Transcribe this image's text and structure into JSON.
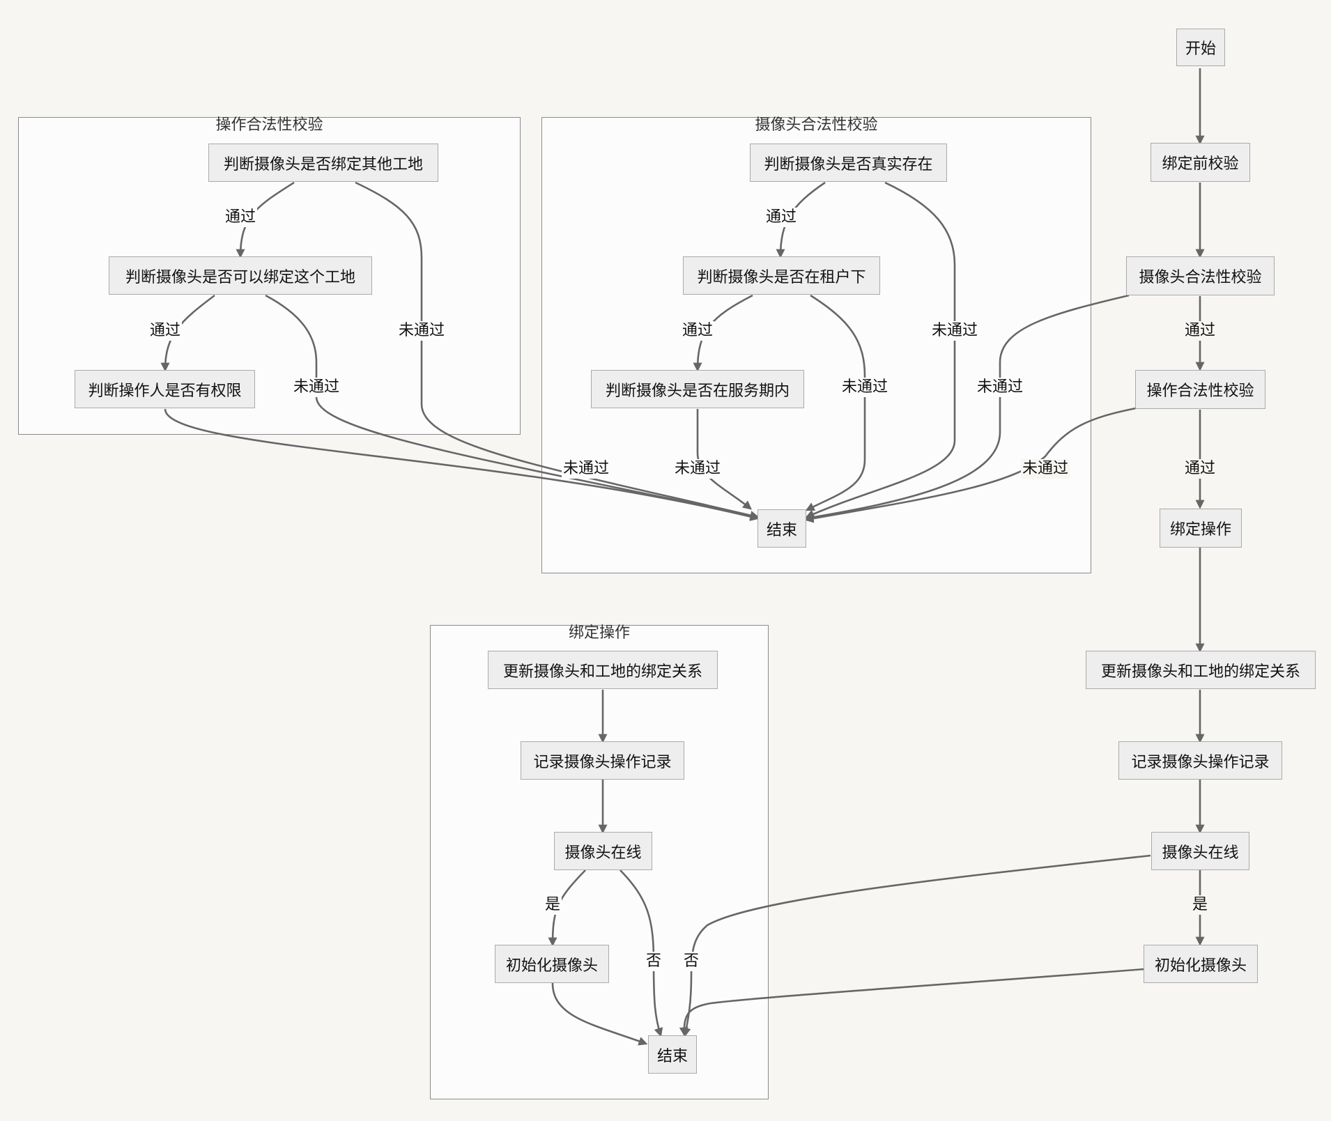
{
  "colors": {
    "background": "#f7f6f3",
    "node_fill": "#eeeeee",
    "node_border": "#aaaaaa",
    "edge": "#666666",
    "cluster_fill": "#fcfcfc"
  },
  "clusters": {
    "op_check": "操作合法性校验",
    "cam_check": "摄像头合法性校验",
    "bind_op": "绑定操作"
  },
  "nodes": {
    "start": "开始",
    "pre_check": "绑定前校验",
    "main_cam_check": "摄像头合法性校验",
    "main_op_check": "操作合法性校验",
    "main_bind": "绑定操作",
    "main_update": "更新摄像头和工地的绑定关系",
    "main_record": "记录摄像头操作记录",
    "main_online": "摄像头在线",
    "main_init": "初始化摄像头",
    "op_other_site": "判断摄像头是否绑定其他工地",
    "op_can_bind": "判断摄像头是否可以绑定这个工地",
    "op_permission": "判断操作人是否有权限",
    "cam_exists": "判断摄像头是否真实存在",
    "cam_tenant": "判断摄像头是否在租户下",
    "cam_service": "判断摄像头是否在服务期内",
    "end1": "结束",
    "bind_update": "更新摄像头和工地的绑定关系",
    "bind_record": "记录摄像头操作记录",
    "bind_online": "摄像头在线",
    "bind_init": "初始化摄像头",
    "end2": "结束"
  },
  "edge_labels": {
    "pass": "通过",
    "fail": "未通过",
    "yes": "是",
    "no": "否"
  }
}
